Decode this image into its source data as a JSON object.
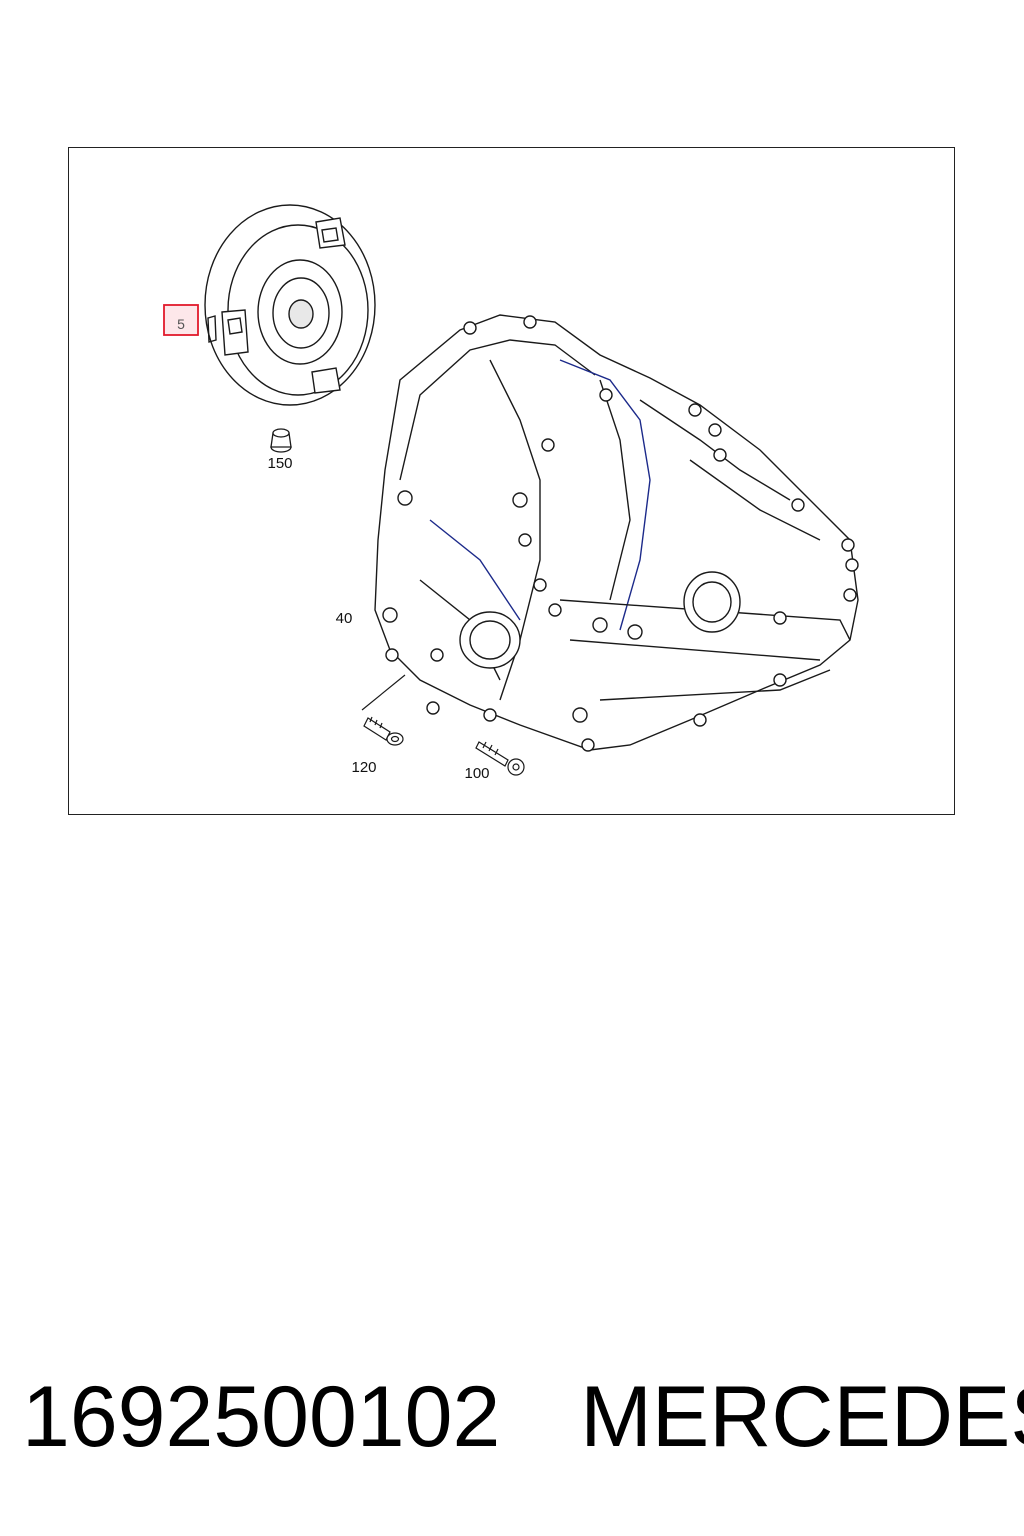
{
  "diagram": {
    "callouts": {
      "torque_converter": "5",
      "plug": "150",
      "housing": "40",
      "screw_left": "120",
      "screw_right": "100"
    },
    "highlight_color": "#e11a2b",
    "highlight_fill": "#fde7ea",
    "line_color": "#1a1a1a",
    "accent_line_color": "#1c2a8a"
  },
  "caption": {
    "part_number": "1692500102",
    "brand": "MERCEDES"
  }
}
